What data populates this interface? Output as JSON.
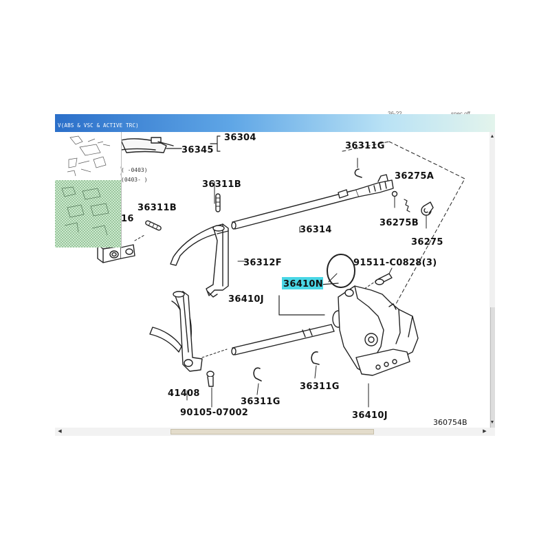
{
  "window": {
    "title": "V(ABS & VSC & ACTIVE TRC)",
    "tab_right_1": "36-??",
    "tab_right_2": "spec off"
  },
  "thumbnail": {
    "note_1": "( -0403)",
    "note_2": "(0403- )"
  },
  "parts": {
    "p36304": "36304",
    "p36345": "36345",
    "p36311G_top": "36311G",
    "p36311B_mid": "36311B",
    "p36311B_left": "36311B",
    "p36275A": "36275A",
    "p36275B": "36275B",
    "p36275": "36275",
    "p36314": "36314",
    "p16": "16",
    "p36312F": "36312F",
    "p91511": "91511-C0828(3)",
    "p36410N": "36410N",
    "p36410J_left": "36410J",
    "p41408": "41408",
    "p36311G_bottom_left": "36311G",
    "p36311G_bottom_right": "36311G",
    "p90105": "90105-07002",
    "p36410J_bottom": "36410J",
    "figure_number": "360754B"
  },
  "colors": {
    "highlight": "#49d7e6",
    "title_gradient_start": "#2b6fc9"
  }
}
